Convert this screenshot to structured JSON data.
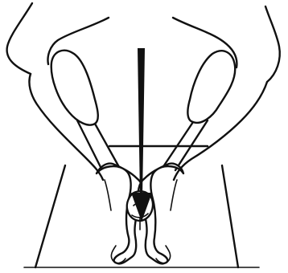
{
  "figure": {
    "colors": {
      "ink": "#111111",
      "paper": "#ffffff"
    },
    "elements": [
      "left-arm",
      "right-arm",
      "left-hand",
      "right-hand",
      "table-edge",
      "specimen",
      "direction-arrow"
    ]
  }
}
